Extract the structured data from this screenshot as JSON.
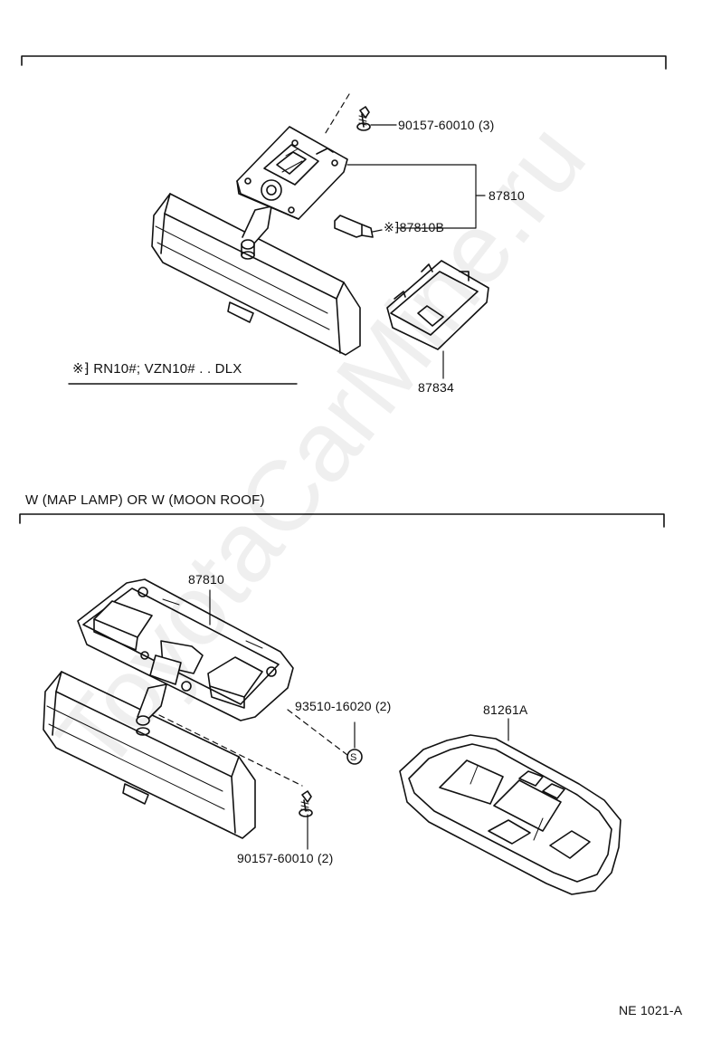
{
  "parts": {
    "screw_top": "90157-60010 (3)",
    "lamp_assy_top": "87810",
    "bulb": "※⁆87810B",
    "cover_top": "87834",
    "lamp_assy_bottom": "87810",
    "clip": "93510-16020 (2)",
    "lens_bottom": "81261A",
    "screw_bottom": "90157-60010 (2)"
  },
  "notes": {
    "applicability": "※⁆ RN10#;  VZN10# . . DLX",
    "section_title": "W (MAP  LAMP) OR  W (MOON  ROOF)",
    "clip_symbol": "S"
  },
  "footer": {
    "figure_id": "NE  1021-A"
  },
  "watermark": "ToyotaCarMine.ru",
  "colors": {
    "ink": "#111111",
    "fill": "#ffffff"
  }
}
